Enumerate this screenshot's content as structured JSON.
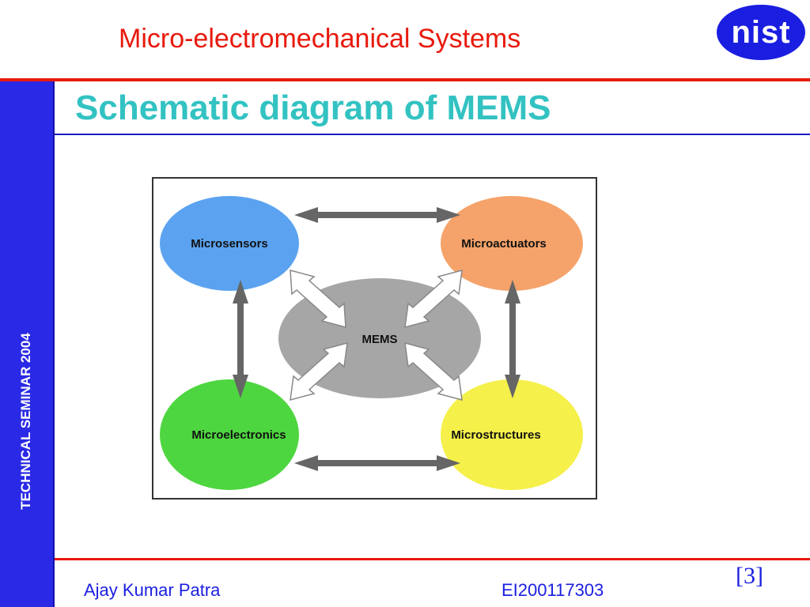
{
  "header": {
    "title": "Micro-electromechanical Systems",
    "logo_text": "nist"
  },
  "sidebar": {
    "label": "TECHNICAL SEMINAR 2004"
  },
  "slide": {
    "title": "Schematic diagram of MEMS"
  },
  "diagram": {
    "nodes": {
      "microsensors": "Microsensors",
      "microactuators": "Microactuators",
      "mems": "MEMS",
      "microelectronics": "Microelectronics",
      "microstructures": "Microstructures"
    },
    "colors": {
      "microsensors": "#5ba3f0",
      "microactuators": "#f5a36a",
      "mems": "#a6a6a6",
      "microelectronics": "#4ed640",
      "microstructures": "#f5f04a",
      "arrow_dark": "#666666",
      "arrow_light": "#ffffff"
    }
  },
  "footer": {
    "author": "Ajay Kumar Patra",
    "id": "EI200117303",
    "page": "[3]"
  }
}
